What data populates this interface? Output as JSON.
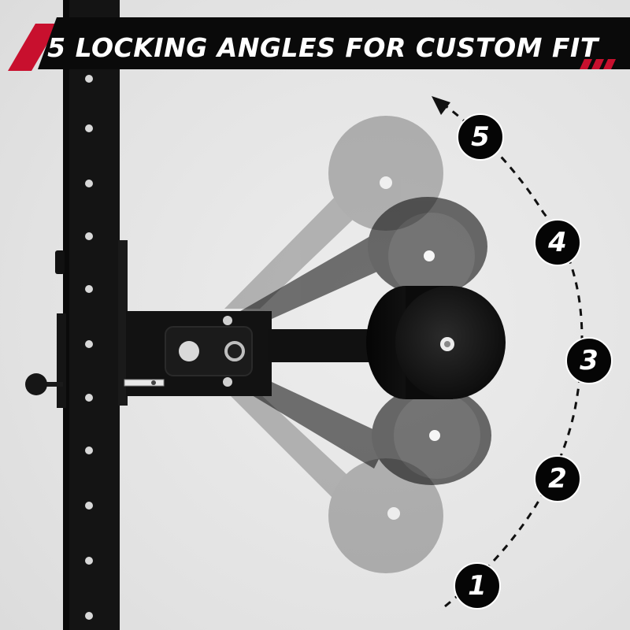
{
  "banner": {
    "title": "5 LOCKING ANGLES FOR CUSTOM FIT",
    "colors": {
      "background": "#0a0a0a",
      "accent": "#c8102e",
      "text": "#ffffff"
    }
  },
  "angles": {
    "labels": [
      "1",
      "2",
      "3",
      "4",
      "5"
    ]
  },
  "product": {
    "frame_color": "#111111",
    "pad_color": "#0d0d0d"
  },
  "icons": [
    "curved-dashed-arrow-icon"
  ]
}
